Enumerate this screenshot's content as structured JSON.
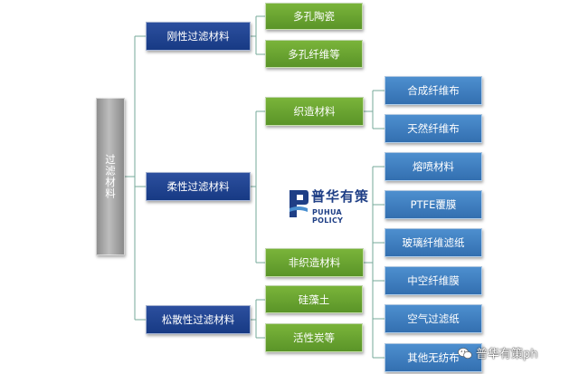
{
  "root": {
    "label": "过滤材料"
  },
  "categories": {
    "rigid": "刚性过滤材料",
    "flexible": "柔性过滤材料",
    "loose": "松散性过滤材料"
  },
  "rigid_children": [
    "多孔陶瓷",
    "多孔纤维等"
  ],
  "flexible_children": {
    "woven": "织造材料",
    "nonwoven": "非织造材料"
  },
  "woven_children": [
    "合成纤维布",
    "天然纤维布"
  ],
  "nonwoven_children": [
    "熔喷材料",
    "PTFE覆膜",
    "玻璃纤维滤纸",
    "中空纤维膜",
    "空气过滤纸",
    "其他无纺布"
  ],
  "loose_children": [
    "硅藻土",
    "活性炭等"
  ],
  "logo": {
    "name_cn": "普华有策",
    "name_en": "PUHUA POLICY"
  },
  "watermark": {
    "text": "普华有策ph"
  },
  "colors": {
    "root": "#a6a6a6",
    "category": "#1f438f",
    "level2": "#6aa632",
    "leaf_blue": "#3f80c2",
    "connector": "#76a89a"
  }
}
